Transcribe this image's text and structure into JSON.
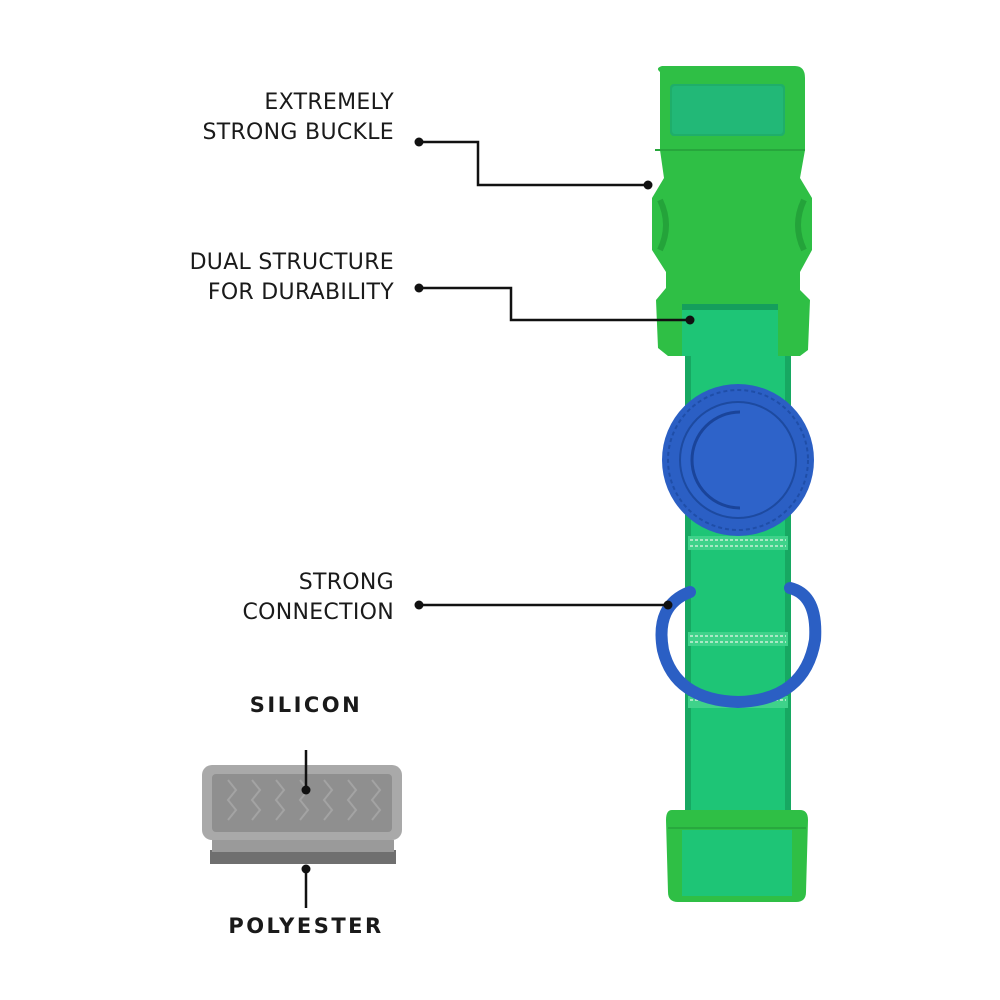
{
  "callouts": [
    {
      "line1": "EXTREMELY",
      "line2": "STRONG BUCKLE"
    },
    {
      "line1": "DUAL STRUCTURE",
      "line2": "FOR DURABILITY"
    },
    {
      "line1": "STRONG",
      "line2": "CONNECTION"
    }
  ],
  "material": {
    "top_label": "SILICON",
    "bottom_label": "POLYESTER"
  },
  "colors": {
    "buckle_green": "#2fbf45",
    "strap_green": "#1ec576",
    "accent_blue": "#2b5fc4",
    "material_gray": "#8e8e8e",
    "line_black": "#111111"
  }
}
